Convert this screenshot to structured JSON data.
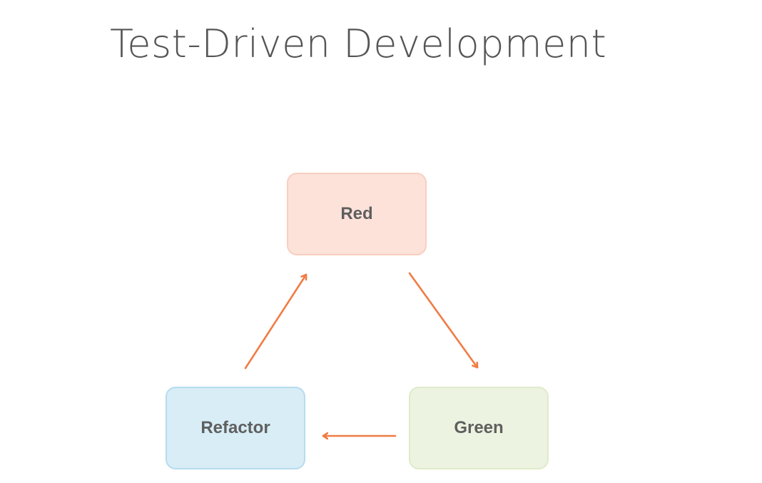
{
  "title": "Test-Driven Development",
  "diagram": {
    "nodes": [
      {
        "id": "red",
        "label": "Red"
      },
      {
        "id": "green",
        "label": "Green"
      },
      {
        "id": "refactor",
        "label": "Refactor"
      }
    ],
    "edges": [
      {
        "from": "red",
        "to": "green"
      },
      {
        "from": "green",
        "to": "refactor"
      },
      {
        "from": "refactor",
        "to": "red"
      }
    ]
  },
  "colors": {
    "red_fill": "#fde2da",
    "green_fill": "#ecf3e0",
    "refactor_fill": "#d8edf6",
    "arrow": "#f07c45",
    "title_text": "#555555",
    "label_text": "#5f5f5f"
  }
}
